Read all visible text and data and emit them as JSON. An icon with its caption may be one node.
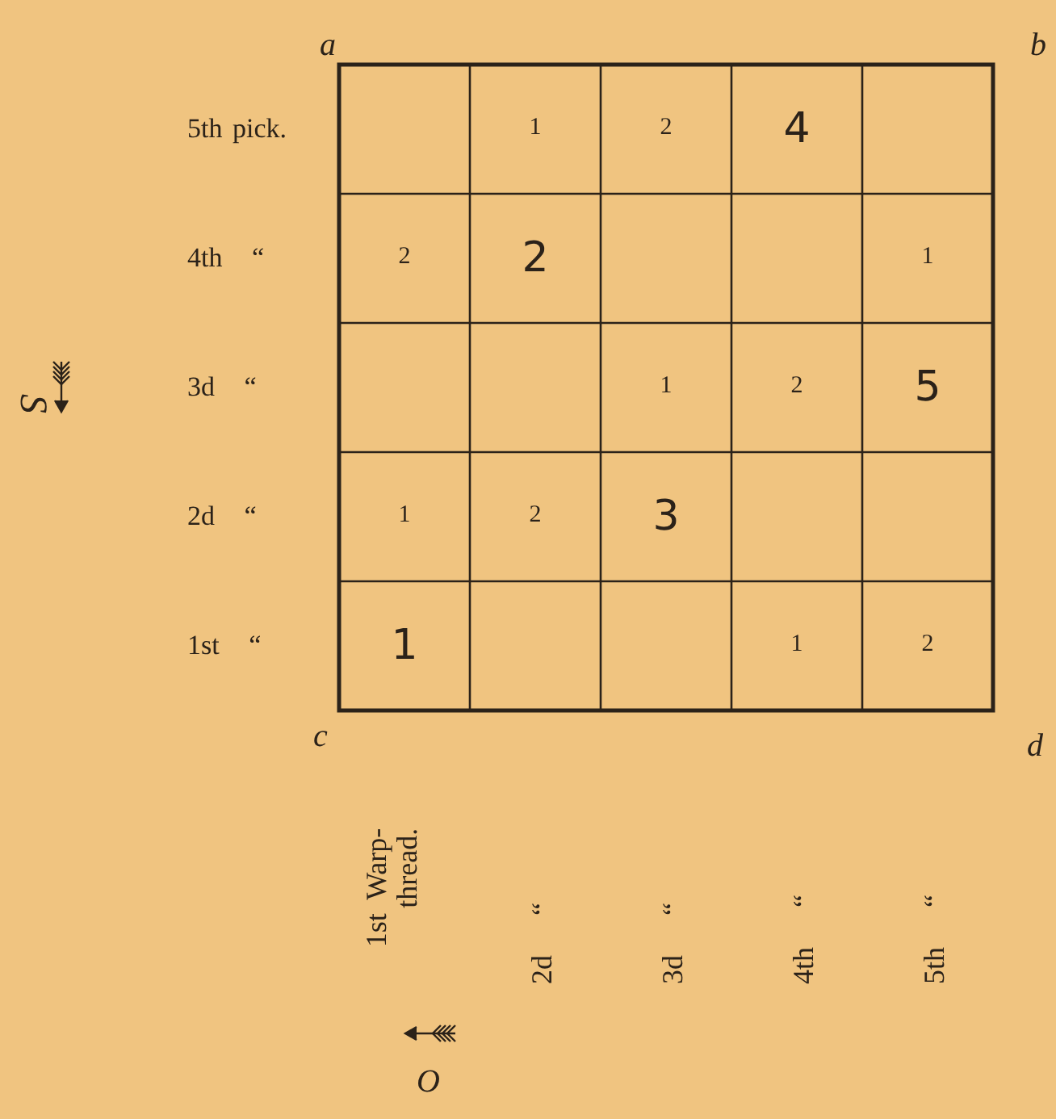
{
  "diagram": {
    "labels": [
      "a",
      "b",
      "5th pick.",
      "1",
      "2",
      "4",
      "4th “",
      "2",
      "2",
      "1",
      "3d “",
      "1",
      "2",
      "5",
      "2d “",
      "1",
      "2",
      "3",
      "1st “",
      "1",
      "1",
      "2",
      "c",
      "d",
      "1st Warp-thread.",
      "2d “",
      "3d “",
      "4th “",
      "5th “",
      "S",
      "O"
    ]
  }
}
